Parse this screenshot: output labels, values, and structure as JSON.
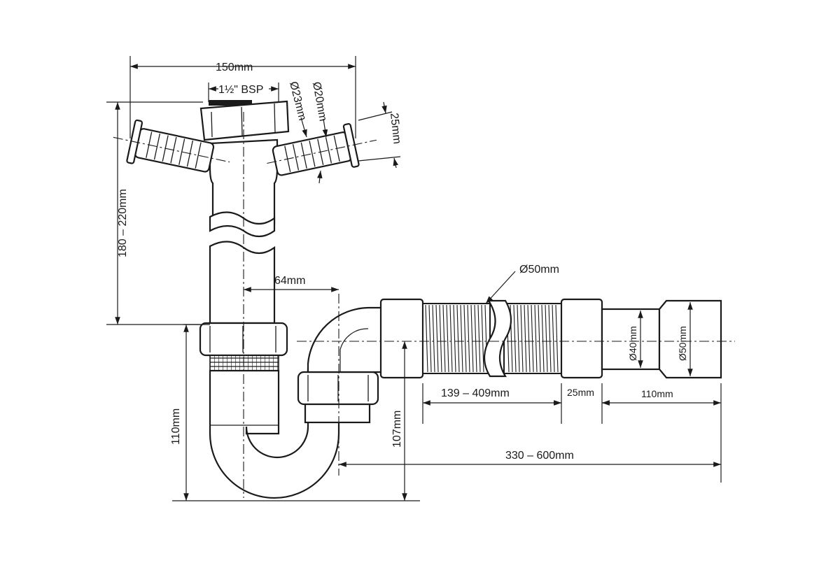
{
  "diagram": {
    "dimensions": {
      "top_width": "150mm",
      "bsp_thread": "1½\" BSP",
      "inlet_diameter_23": "Ø23mm",
      "inlet_diameter_20": "Ø20mm",
      "inlet_offset": "25mm",
      "height_range": "180 – 220mm",
      "trap_offset": "64mm",
      "flex_diameter": "Ø50mm",
      "trap_height": "110mm",
      "outlet_height": "107mm",
      "flex_length": "139 – 409mm",
      "connector_length": "25mm",
      "adapter_length": "110mm",
      "adapter_inner_diameter": "Ø40mm",
      "adapter_outer_diameter": "Ø50mm",
      "total_length": "330 – 600mm"
    }
  }
}
